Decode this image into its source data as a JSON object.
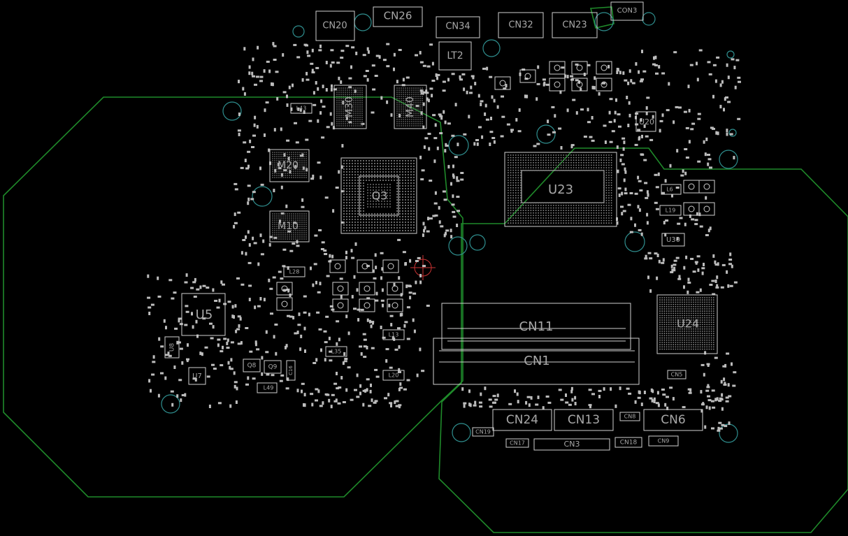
{
  "colors": {
    "background": "#000000",
    "outline": "#1f8a2a",
    "silkscreen": "#cfcfcf",
    "label": "#a8a8a8",
    "hole": "#2f8f8f",
    "pad": "#bdbdbd"
  },
  "components": {
    "cn20": "CN20",
    "cn26": "CN26",
    "cn34": "CN34",
    "cn32": "CN32",
    "cn23": "CN23",
    "con3": "CON3",
    "lt2": "LT2",
    "m30": "M30",
    "m40": "M40",
    "m20": "M20",
    "m10": "M10",
    "q3": "Q3",
    "u23": "U23",
    "u20": "U20",
    "u30": "U30",
    "u24": "U24",
    "u5": "U5",
    "u8": "U8",
    "u7": "U7",
    "cn11": "CN11",
    "cn1": "CN1",
    "cn24": "CN24",
    "cn13": "CN13",
    "cn6": "CN6",
    "cn3": "CN3",
    "cn17": "CN17",
    "cn18": "CN18",
    "cn19": "CN19",
    "cn8": "CN8",
    "cn9": "CN9",
    "cn5": "CN5",
    "l6": "L6",
    "l19": "L19",
    "l13": "L13",
    "l20": "L20",
    "l35": "L35",
    "l43": "L43",
    "l49": "L49",
    "l28": "L28",
    "q8": "Q8",
    "q9": "Q9",
    "c16": "C16"
  }
}
